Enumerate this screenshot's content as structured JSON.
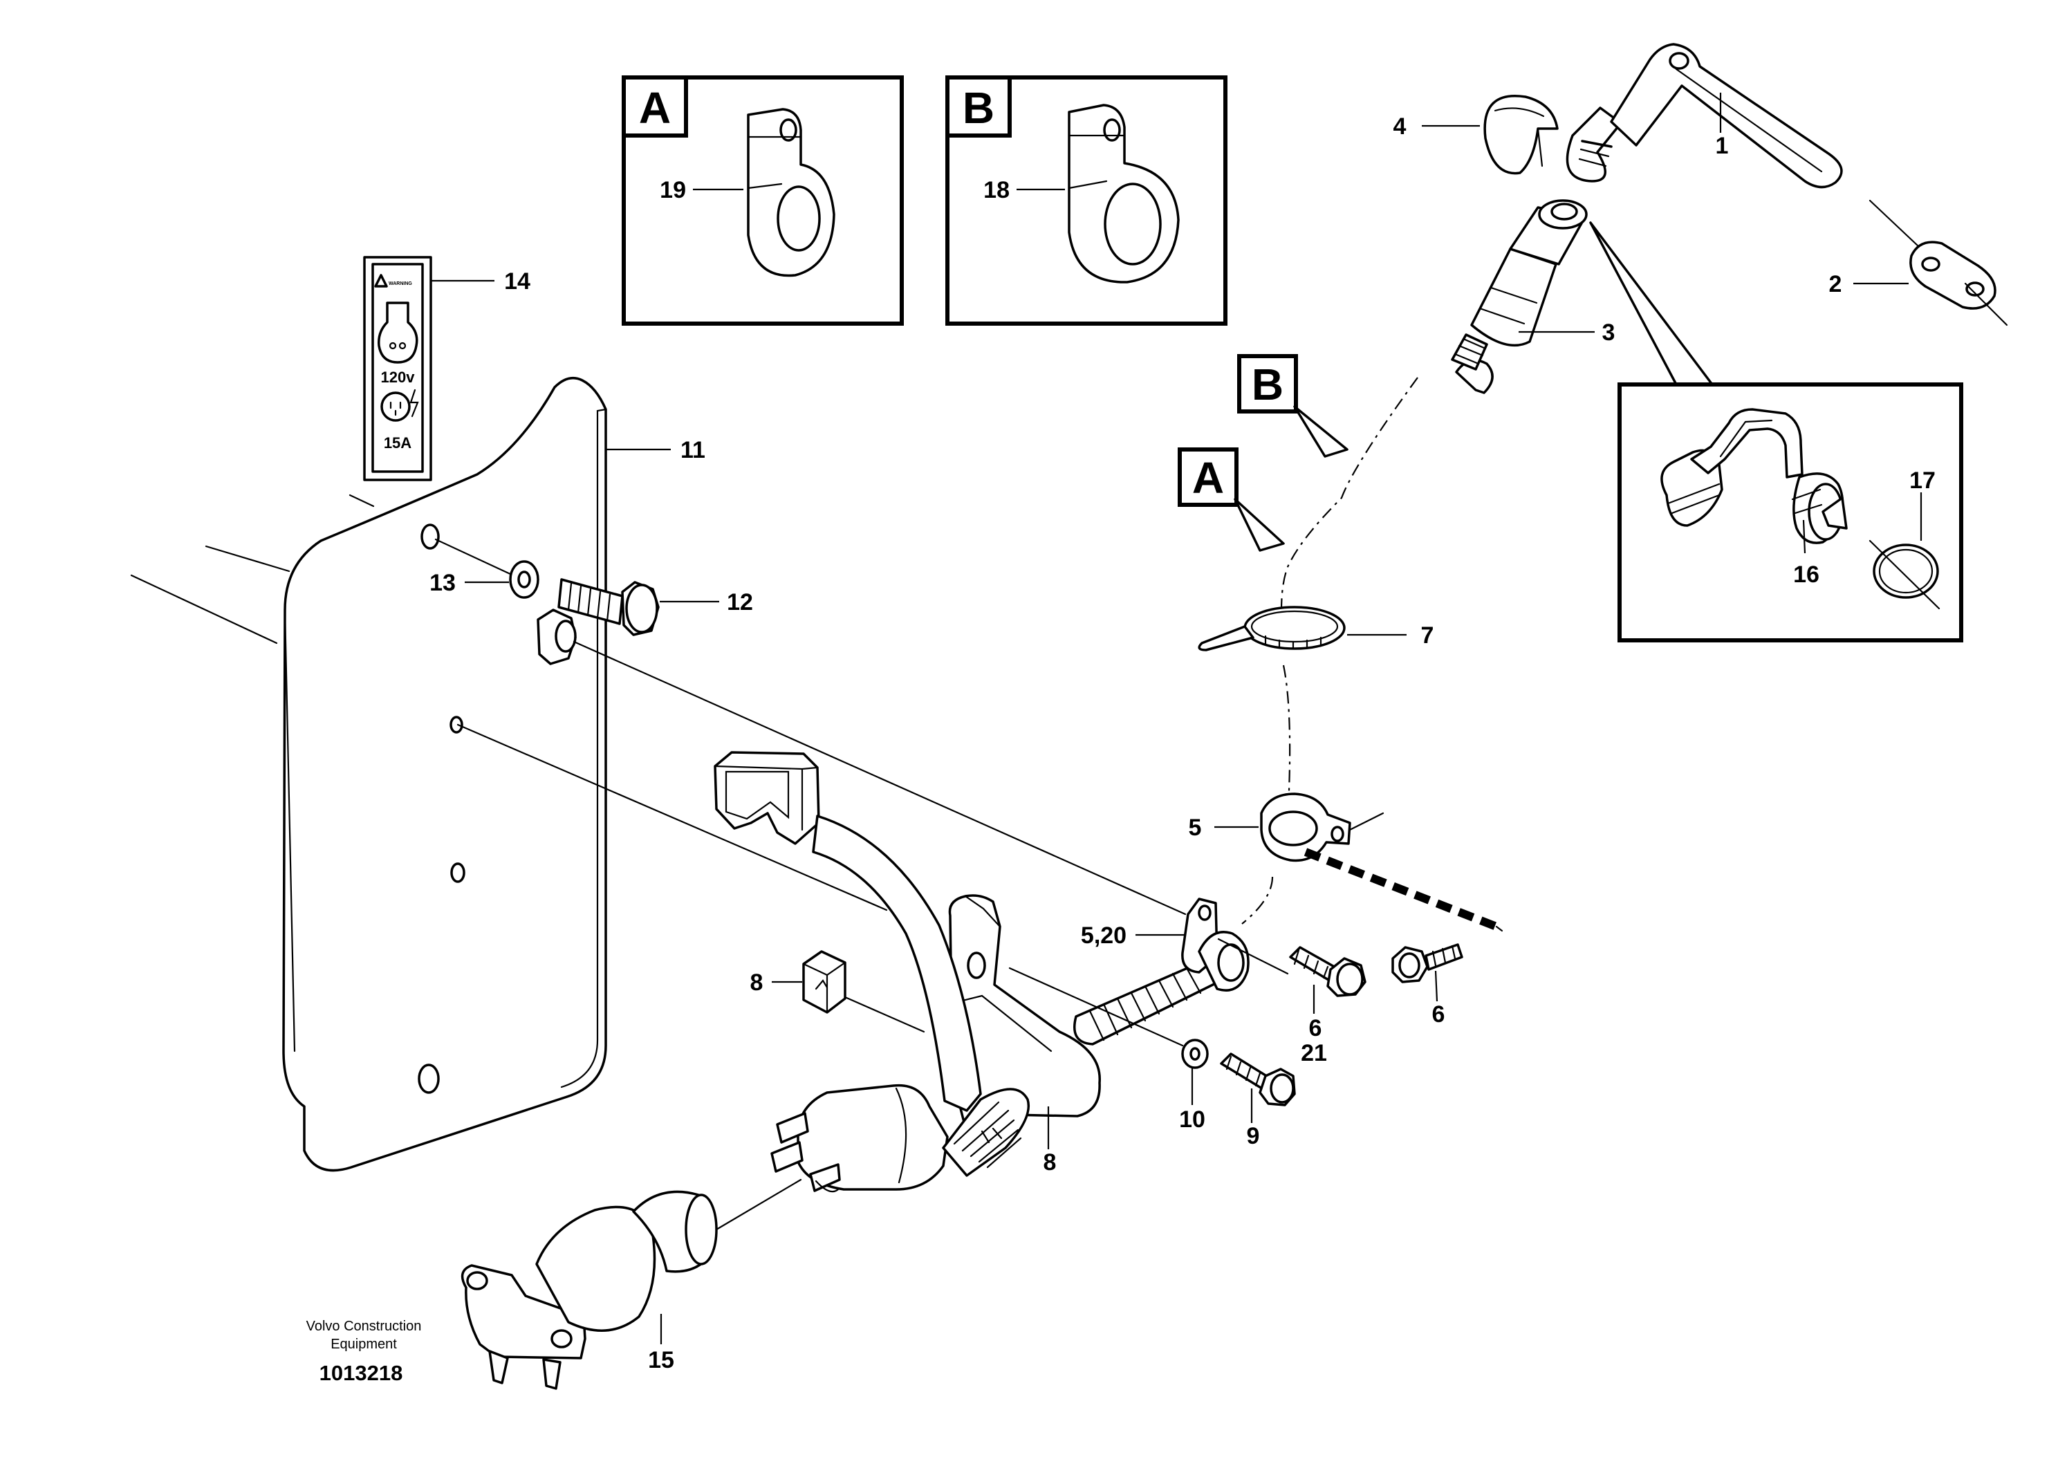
{
  "detail_boxes": [
    {
      "letter": "A",
      "callout": "19"
    },
    {
      "letter": "B",
      "callout": "18"
    }
  ],
  "detail_markers": {
    "b": "B",
    "a": "A"
  },
  "callouts": {
    "c1": "1",
    "c2": "2",
    "c3": "3",
    "c4": "4",
    "c5": "5",
    "c5_20": "5,20",
    "c6a": "6",
    "c6b": "6",
    "c7": "7",
    "c8a": "8",
    "c8b": "8",
    "c9": "9",
    "c10": "10",
    "c11": "11",
    "c12": "12",
    "c13": "13",
    "c14": "14",
    "c15": "15",
    "c16": "16",
    "c17": "17",
    "c21": "21"
  },
  "warning_decal": {
    "header": "WARNING",
    "voltage": "120v",
    "amperage": "15A"
  },
  "credit": {
    "line1": "Volvo Construction",
    "line2": "Equipment",
    "drawing_number": "1013218"
  }
}
